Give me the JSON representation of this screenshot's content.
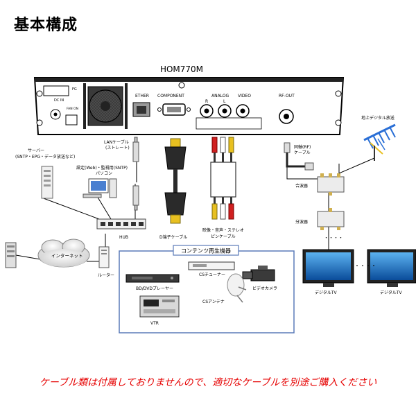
{
  "title": "基本構成",
  "device": {
    "model": "HOM770M",
    "port_ethernet": "ETHER",
    "port_component": "COMPONENT",
    "port_analog": "ANALOG",
    "port_video": "VIDEO",
    "port_rfout": "RF-OUT",
    "port_r": "R",
    "port_l": "L",
    "panel_dc": "DC IN",
    "panel_fan": "FAN ON",
    "panel_fg": "FG"
  },
  "labels": {
    "lan_cable_1": "LANケーブル",
    "lan_cable_2": "(ストレート)",
    "server_1": "サーバー",
    "server_2": "(SNTP・EPG・データ放送など)",
    "pc_1": "設定(Web)・監視用(SNTP)",
    "pc_2": "パソコン",
    "hub": "HUB",
    "d_cable": "D端子ケーブル",
    "av_cable_1": "映像・音声・ステレオ",
    "av_cable_2": "ピンケーブル",
    "coax_1": "同軸(RF)",
    "coax_2": "ケーブル",
    "antenna": "地上デジタル放送",
    "combiner": "合波器",
    "splitter": "分波器",
    "internet": "インターネット",
    "router": "ルーター",
    "contents_box": "コンテンツ再生機器",
    "bd_player": "BD/DVDプレーヤー",
    "cs_tuner": "CSチューナー",
    "video_camera": "ビデオカメラ",
    "cs_antenna": "CSアンテナ",
    "vtr": "VTR",
    "digital_tv_1": "デジタルTV",
    "digital_tv_2": "デジタルTV",
    "dots": "・・・・"
  },
  "footer": "ケーブル類は付属しておりませんので、適切なケーブルを別途ご購入ください",
  "colors": {
    "footer": "#e60000",
    "accent_yellow": "#e8c020",
    "accent_red": "#d02020",
    "antenna_blue": "#2a6fd6",
    "tv_screen": "#1e78c8",
    "cloud": "#e4e4e4"
  }
}
